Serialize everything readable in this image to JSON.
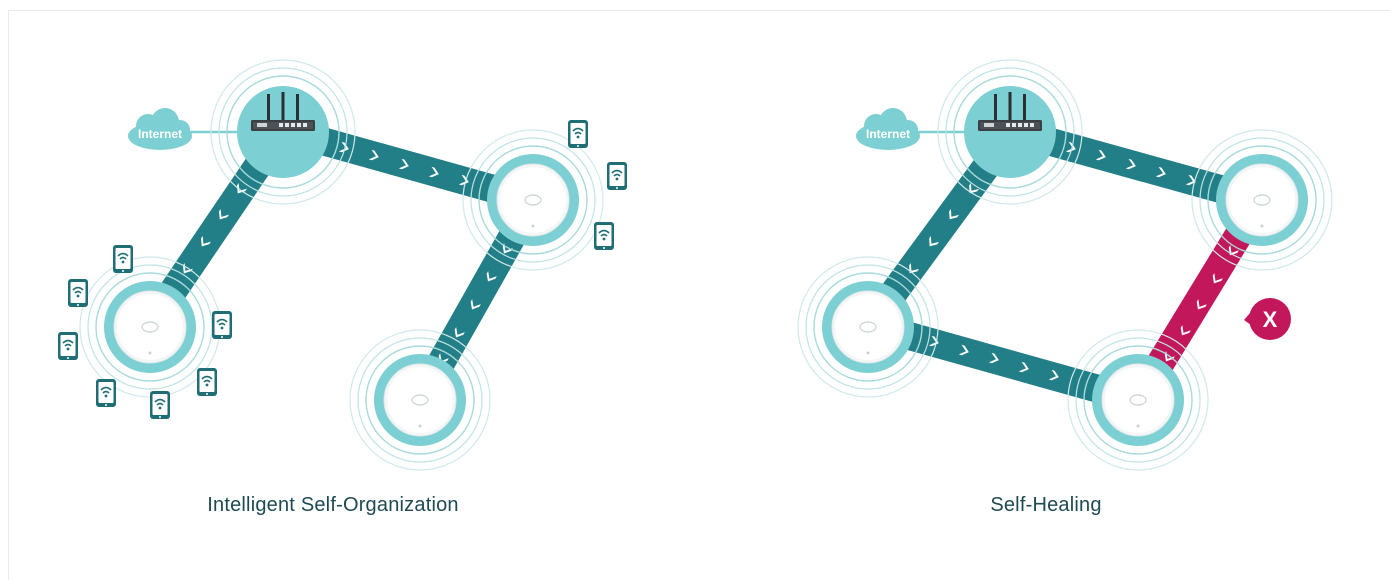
{
  "colors": {
    "accent": "#1f8a91",
    "node_ring": "#7ccfd2",
    "link": "#237f87",
    "broken_link": "#c2185b",
    "caption": "#1d4a52"
  },
  "icons": {
    "internet": "cloud-icon",
    "router": "router-icon",
    "access_point": "access-point-icon",
    "client": "phone-wifi-icon",
    "failure": "x-badge-icon"
  },
  "left_diagram": {
    "caption": "Intelligent Self-Organization",
    "internet_label": "Internet"
  },
  "right_diagram": {
    "caption": "Self-Healing",
    "internet_label": "Internet",
    "failure_label": "X"
  }
}
